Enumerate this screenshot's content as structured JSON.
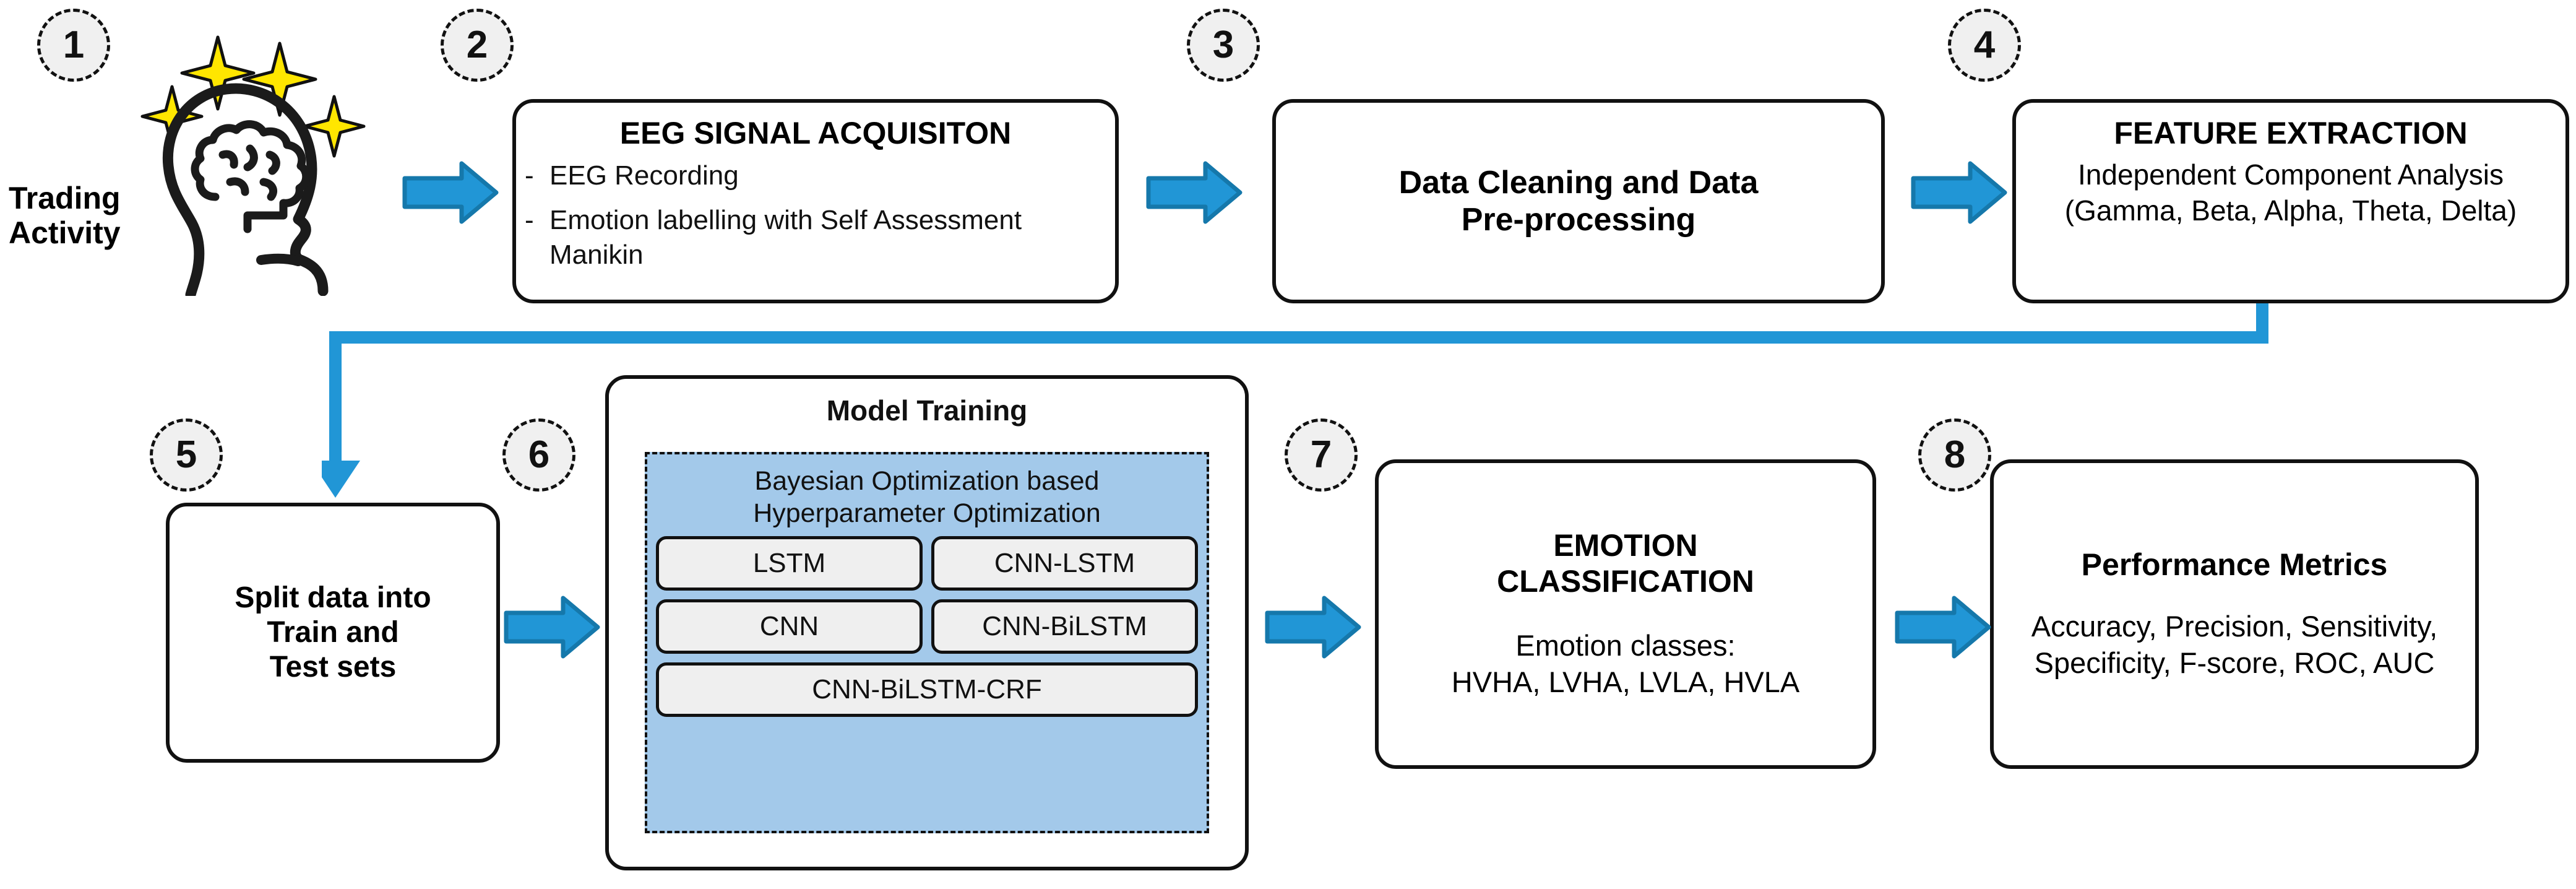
{
  "meta": {
    "accent_blue": "#1f9bd8",
    "accent_blue_dark": "#1578ab",
    "panel_blue": "#a3c9ea",
    "badge_fill": "#f0f0f0",
    "outline": "#111111",
    "sparkle_fill": "#ffe600"
  },
  "steps": [
    {
      "number": "1",
      "name": "trading-activity"
    },
    {
      "number": "2",
      "name": "eeg-signal-acquisition"
    },
    {
      "number": "3",
      "name": "data-cleaning"
    },
    {
      "number": "4",
      "name": "feature-extraction"
    },
    {
      "number": "5",
      "name": "split-data"
    },
    {
      "number": "6",
      "name": "model-training"
    },
    {
      "number": "7",
      "name": "emotion-classification"
    },
    {
      "number": "8",
      "name": "performance-metrics"
    }
  ],
  "step1": {
    "label_line1": "Trading",
    "label_line2": "Activity",
    "icon": "brain-head-icon"
  },
  "step2": {
    "title": "EEG SIGNAL ACQUISITON",
    "bullets": [
      {
        "dash": "-",
        "text": "EEG Recording"
      },
      {
        "dash": "-",
        "text": "Emotion labelling with Self Assessment Manikin"
      }
    ]
  },
  "step3": {
    "title_line1": "Data Cleaning and Data",
    "title_line2": "Pre-processing"
  },
  "step4": {
    "title": "FEATURE EXTRACTION",
    "body": "Independent Component Analysis (Gamma, Beta, Alpha, Theta, Delta)"
  },
  "step5": {
    "line1": "Split data into",
    "line2": "Train and",
    "line3": "Test sets"
  },
  "step6": {
    "title": "Model Training",
    "panel_caption_line1": "Bayesian Optimization based",
    "panel_caption_line2": "Hyperparameter Optimization",
    "models": [
      [
        "LSTM",
        "CNN-LSTM"
      ],
      [
        "CNN",
        "CNN-BiLSTM"
      ]
    ],
    "model_wide": "CNN-BiLSTM-CRF"
  },
  "step7": {
    "title_line1": "EMOTION",
    "title_line2": "CLASSIFICATION",
    "body_line1": "Emotion classes:",
    "body_line2": "HVHA, LVHA, LVLA, HVLA"
  },
  "step8": {
    "title": "Performance Metrics",
    "body": "Accuracy, Precision, Sensitivity, Specificity, F-score, ROC, AUC"
  },
  "arrows": [
    {
      "name": "arrow-1-to-2"
    },
    {
      "name": "arrow-2-to-3"
    },
    {
      "name": "arrow-3-to-4"
    },
    {
      "name": "arrow-5-to-6"
    },
    {
      "name": "arrow-6-to-7"
    },
    {
      "name": "arrow-7-to-8"
    }
  ],
  "connector": {
    "name": "connector-4-to-5"
  }
}
